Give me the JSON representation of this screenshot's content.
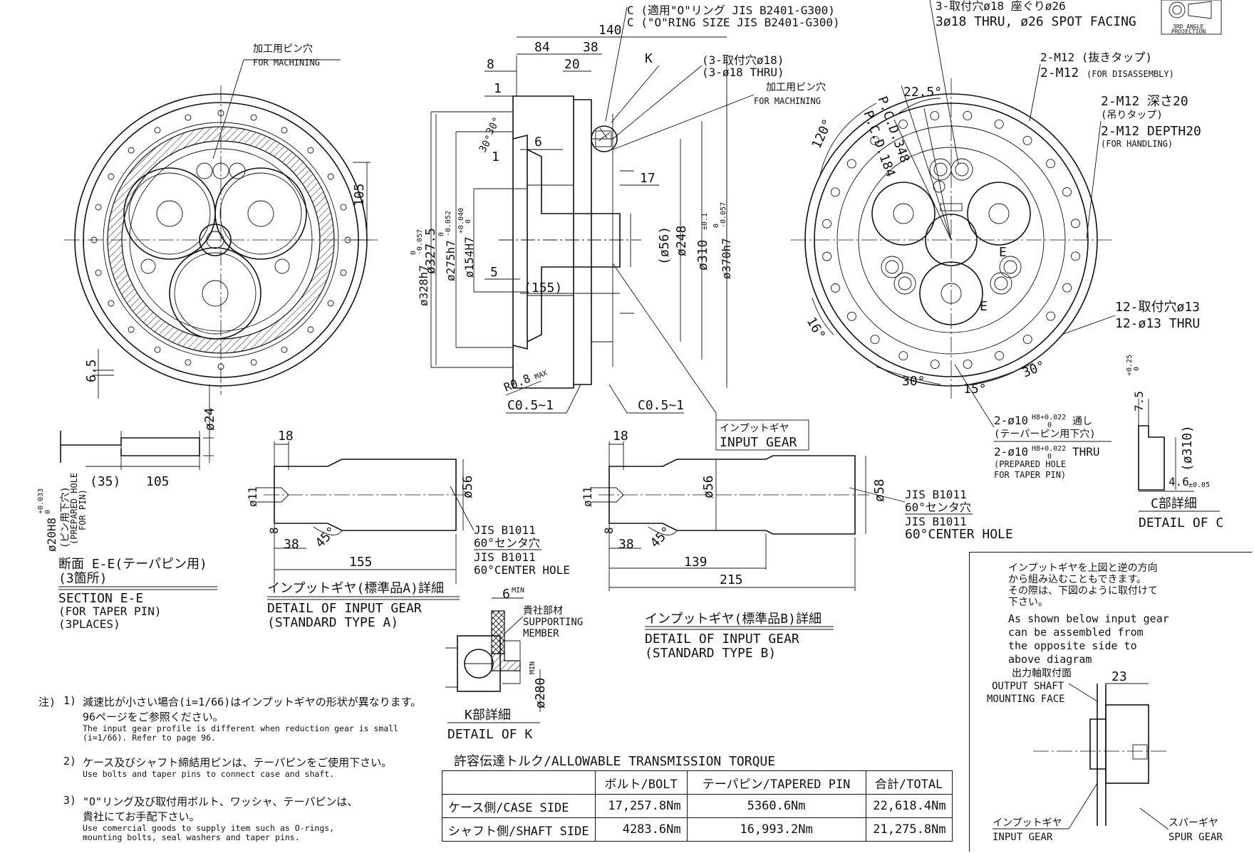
{
  "projection": {
    "line1": "3RD ANGLE",
    "line2": "PROJECTION"
  },
  "front_view": {
    "pin_hole_jp": "加工用ピン穴",
    "pin_hole_en": "FOR MACHINING",
    "dim_105": "105",
    "dim_65": "6.5"
  },
  "side_view": {
    "dim_140": "140",
    "dim_84": "84",
    "dim_38": "38",
    "dim_8": "8",
    "dim_20": "20",
    "dim_1a": "1",
    "dim_6": "6",
    "dim_1b": "1",
    "dim_30": "30°",
    "dim_30b": "30°",
    "dim_17": "17",
    "dim_5": "5",
    "dim_155p": "(155)",
    "k_label": "K",
    "c_jp": "C (適用\"O\"リング JIS B2401-G300)",
    "c_en": "C (\"O\"RING SIZE JIS B2401-G300)",
    "hole3_jp": "(3-取付穴ø18)",
    "hole3_en": "(3-ø18 THRU)",
    "pin_jp": "加工用ピン穴",
    "pin_en": "FOR MACHINING",
    "d328": "ø328h7",
    "d328_tol": "0",
    "d328_tol2": "-0.057",
    "d3275": "ø327.5",
    "d275": "ø275h7",
    "d275_tol": "0",
    "d275_tol2": "-0.052",
    "d154": "ø154H7",
    "d154_tol": "+0.040",
    "d154_tol2": "0",
    "d56p": "(ø56)",
    "d248": "ø248",
    "d310": "ø310",
    "d310_tol": "±0.1",
    "d370": "ø370h7",
    "d370_tol": "0",
    "d370_tol2": "-0.057",
    "r08": "R0.8",
    "r08_sup": "MAX",
    "c05a": "C0.5~1",
    "c05b": "C0.5~1",
    "input_gear_jp": "インプットギヤ",
    "input_gear_en": "INPUT  GEAR"
  },
  "rear_view": {
    "thru_jp": "3-取付穴ø18 座ぐりø26",
    "thru_en": "3ø18 THRU, ø26 SPOT FACING",
    "pcd348": "P.C.D.348",
    "pcd184": "P.C.D.184",
    "ang225": "22.5°",
    "ang120": "120°",
    "ang16": "16°",
    "ang30a": "30°",
    "ang30b": "30°",
    "ang15": "15°",
    "m12a_jp": "2-M12 (抜きタップ)",
    "m12a_en": "2-M12",
    "m12a_en_sub": "(FOR DISASSEMBLY)",
    "m12b_jp": "2-M12 深さ20",
    "m12b_jp2": "(吊りタップ)",
    "m12b_en": "2-M12 DEPTH20",
    "m12b_en_sub": "(FOR HANDLING)",
    "h12_jp": "12-取付穴ø13",
    "h12_en": "12-ø13 THRU",
    "pin10_jp": "2-ø10",
    "pin10_jp_tol": "H8+0.022",
    "pin10_jp_tol2": "0",
    "pin10_jp_tail": "通し",
    "pin10_jp2": "(テーパーピン用下穴)",
    "pin10_en": "2-ø10",
    "pin10_en_tol": "H8+0.022",
    "pin10_en_tol2": "0",
    "pin10_en_tail": "THRU",
    "pin10_en2": "(PREPARED HOLE",
    "pin10_en3": "FOR TAPER PIN)",
    "e_label": "E",
    "e_label2": "E"
  },
  "section_e": {
    "d24": "ø24",
    "d20": "ø20H8",
    "d20_tol": "+0.033",
    "d20_tol2": "0",
    "jp_note": "(ピン用下穴)",
    "en_note1": "(PREPARED HOLE",
    "en_note2": "FOR PIN)",
    "dim35": "(35)",
    "dim105": "105",
    "title_jp": "断面 E-E(テーパピン用)",
    "title_jp2": "(3箇所)",
    "title_en": "SECTION E-E",
    "title_en2": "(FOR TAPER PIN)",
    "title_en3": "(3PLACES)"
  },
  "gear_a": {
    "dim18": "18",
    "d11": "ø11",
    "d56": "ø56",
    "dim8": "8",
    "dim38": "38",
    "ang45": "45°",
    "dim155": "155",
    "jis_jp": "JIS B1011",
    "jis_jp2": "60°センタ穴",
    "jis_en": "JIS B1011",
    "jis_en2": "60°CENTER HOLE",
    "title_jp": "インプットギヤ(標準品A)詳細",
    "title_en": "DETAIL OF INPUT GEAR",
    "title_en2": "(STANDARD TYPE A)"
  },
  "gear_b": {
    "dim18": "18",
    "d11": "ø11",
    "d56": "ø56",
    "d58": "ø58",
    "dim8": "8",
    "dim38": "38",
    "ang45": "45°",
    "dim139": "139",
    "dim215": "215",
    "jis_jp": "JIS B1011",
    "jis_jp2": "60°センタ穴",
    "jis_en": "JIS B1011",
    "jis_en2": "60°CENTER HOLE",
    "title_jp": "インプットギヤ(標準品B)詳細",
    "title_en": "DETAIL OF INPUT GEAR",
    "title_en2": "(STANDARD TYPE B)"
  },
  "detail_k": {
    "min6": "6",
    "min6_sup": "MIN",
    "support_jp": "貴社部材",
    "support_en": "SUPPORTING",
    "support_en2": "MEMBER",
    "d280": "ø280",
    "d280_sup": "MIN",
    "title_jp": "K部詳細",
    "title_en": "DETAIL OF K"
  },
  "detail_c": {
    "dim75": "7.5",
    "dim75_tol": "+0.25",
    "dim75_tol2": "0",
    "d310p": "(ø310)",
    "dim46": "4.6",
    "dim46_tol": "±0.05",
    "title_jp": "C部詳細",
    "title_en": "DETAIL OF C"
  },
  "torque": {
    "title": "許容伝達トルク/ALLOWABLE TRANSMISSION TORQUE",
    "headers": [
      "",
      "ボルト/BOLT",
      "テーパピン/TAPERED PIN",
      "合計/TOTAL"
    ],
    "rows": [
      [
        "ケース側/CASE SIDE",
        "17,257.8Nm",
        "5360.6Nm",
        "22,618.4Nm"
      ],
      [
        "シャフト側/SHAFT SIDE",
        "4283.6Nm",
        "16,993.2Nm",
        "21,275.8Nm"
      ]
    ]
  },
  "notes": {
    "label": "注)",
    "items": [
      {
        "num": "1)",
        "jp": "減速比が小さい場合(i=1/66)はインプットギヤの形状が異なります。",
        "jp2": "96ページをご参照ください。",
        "en": "The input gear profile is different when reduction gear is small",
        "en2": "(i=1/66). Refer to page 96."
      },
      {
        "num": "2)",
        "jp": "ケース及びシャフト締結用ピンは、テーパピンをご使用下さい。",
        "jp2": "",
        "en": "Use bolts and taper pins to connect case and shaft.",
        "en2": ""
      },
      {
        "num": "3)",
        "jp": "\"O\"リング及び取付用ボルト、ワッシャ、テーパピンは、",
        "jp2": "貴社にてお手配下さい。",
        "en": "Use comercial goods to supply item such as  O-rings,",
        "en2": "mounting bolts, seal washers and taper pins."
      }
    ]
  },
  "panel": {
    "jp1": "インプットギヤを上図と逆の方向",
    "jp2": "から組み込むこともできます。",
    "jp3": "その際は、下図のように取付けて",
    "jp4": "下さい。",
    "en1": "As shown below input gear",
    "en2": "can be assembled from",
    "en3": "the opposite side to",
    "en4": "above diagram",
    "mount_jp": "出力軸取付面",
    "mount_en": "OUTPUT SHAFT",
    "mount_en2": "MOUNTING FACE",
    "dim23": "23",
    "input_jp": "インプットギヤ",
    "input_en": "INPUT GEAR",
    "spur_jp": "スパーギヤ",
    "spur_en": "SPUR GEAR"
  }
}
